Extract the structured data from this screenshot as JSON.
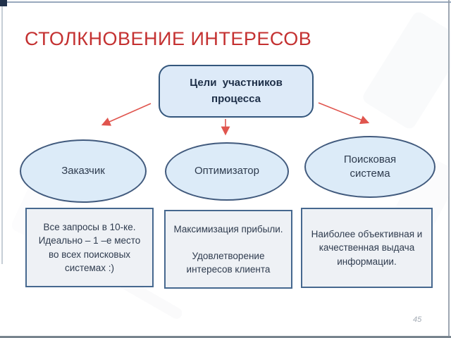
{
  "slide": {
    "title": "СТОЛКНОВЕНИЕ ИНТЕРЕСОВ",
    "page_number": "45",
    "colors": {
      "title_red": "#c43131",
      "arrow_red": "#e0554e",
      "node_fill": "#dcebf8",
      "node_border": "#415a7d",
      "goal_fill": "#eef1f5",
      "goal_border": "#46688f",
      "root_fill": "#ddeaf8",
      "root_border": "#33567c"
    }
  },
  "diagram": {
    "root": {
      "label_lines": [
        "Цели  участников",
        "процесса"
      ]
    },
    "actors": [
      {
        "label": "Заказчик"
      },
      {
        "label": "Оптимизатор"
      },
      {
        "label": "Поисковая система"
      }
    ],
    "goals": [
      {
        "lines": [
          "Все запросы в 10-ке.",
          "Идеально – 1 –е место",
          "во всех поисковых",
          "системах :)"
        ]
      },
      {
        "lines": [
          "Максимизация прибыли.",
          "",
          "Удовлетворение",
          "интересов клиента"
        ]
      },
      {
        "lines": [
          "Наиболее объективная и",
          "качественная выдача",
          "информации."
        ]
      }
    ]
  }
}
